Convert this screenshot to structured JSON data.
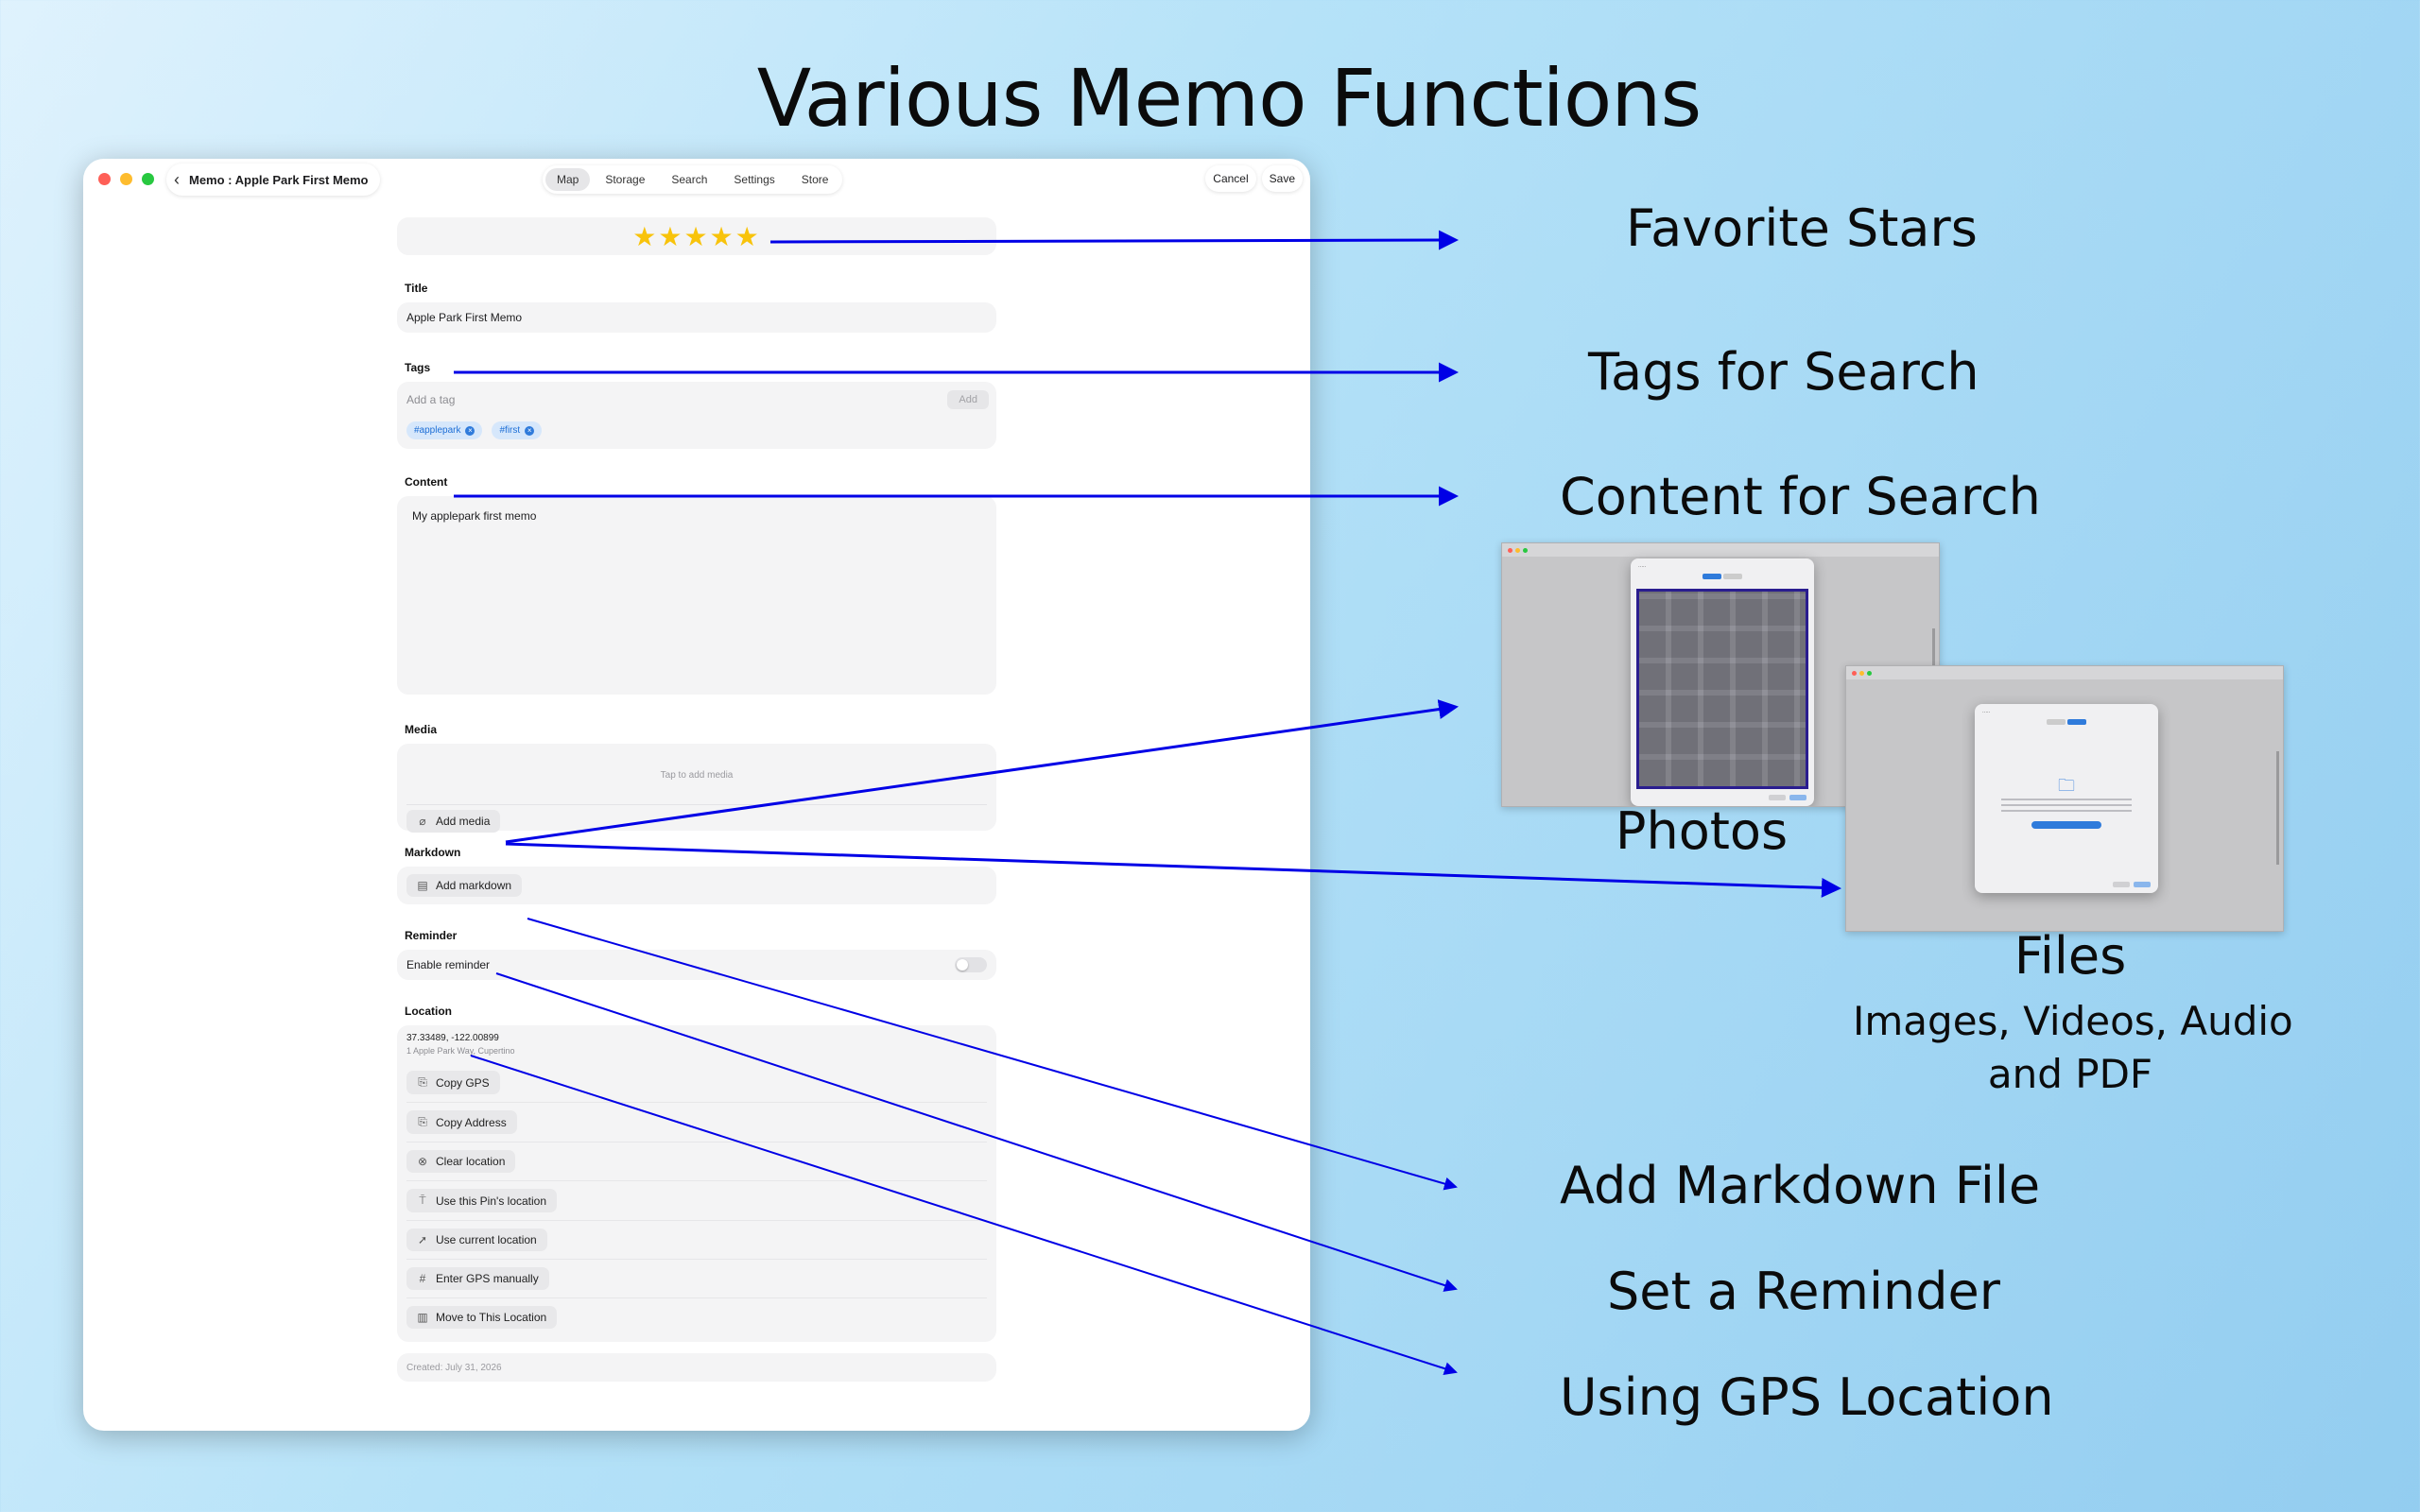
{
  "headline": "Various Memo Functions",
  "window": {
    "back_title": "Memo : Apple Park First Memo",
    "nav_tabs": [
      "Map",
      "Storage",
      "Search",
      "Settings",
      "Store"
    ],
    "active_tab": "Map",
    "cancel_label": "Cancel",
    "save_label": "Save"
  },
  "form": {
    "rating_stars": 5,
    "stars_text": "★★★★★",
    "title_label": "Title",
    "title_value": "Apple Park First Memo",
    "tags_label": "Tags",
    "tag_placeholder": "Add a tag",
    "tag_add_label": "Add",
    "tags": [
      "#applepark",
      "#first"
    ],
    "content_label": "Content",
    "content_value": "My applepark first memo",
    "media_label": "Media",
    "media_hint": "Tap to add media",
    "add_media_label": "Add media",
    "markdown_label": "Markdown",
    "add_markdown_label": "Add markdown",
    "reminder_label": "Reminder",
    "enable_reminder_label": "Enable reminder",
    "reminder_enabled": false,
    "location_label": "Location",
    "coordinates": "37.33489, -122.00899",
    "address": "1 Apple Park Way, Cupertino",
    "location_actions": [
      {
        "label": "Copy GPS",
        "icon": "clipboard-icon"
      },
      {
        "label": "Copy Address",
        "icon": "clipboard-icon"
      },
      {
        "label": "Clear location",
        "icon": "x-circle-icon"
      },
      {
        "label": "Use this Pin's location",
        "icon": "pin-icon"
      },
      {
        "label": "Use current location",
        "icon": "location-arrow-icon"
      },
      {
        "label": "Enter GPS manually",
        "icon": "hash-icon"
      },
      {
        "label": "Move to This Location",
        "icon": "map-icon"
      }
    ],
    "created": "Created: July 31, 2026"
  },
  "callouts": {
    "favorite_stars": "Favorite Stars",
    "tags_for_search": "Tags for Search",
    "content_for_search": "Content for Search",
    "photos": "Photos",
    "files": "Files",
    "files_sub_line1": "Images, Videos, Audio",
    "files_sub_line2": "and PDF",
    "add_markdown": "Add Markdown File",
    "set_reminder": "Set a Reminder",
    "gps_location": "Using GPS Location"
  },
  "colors": {
    "arrow": "#0000e6",
    "accent_blue": "#2f7bdb",
    "star": "#f8c30b",
    "background_start": "#dff2fd",
    "background_end": "#93cdf0"
  }
}
